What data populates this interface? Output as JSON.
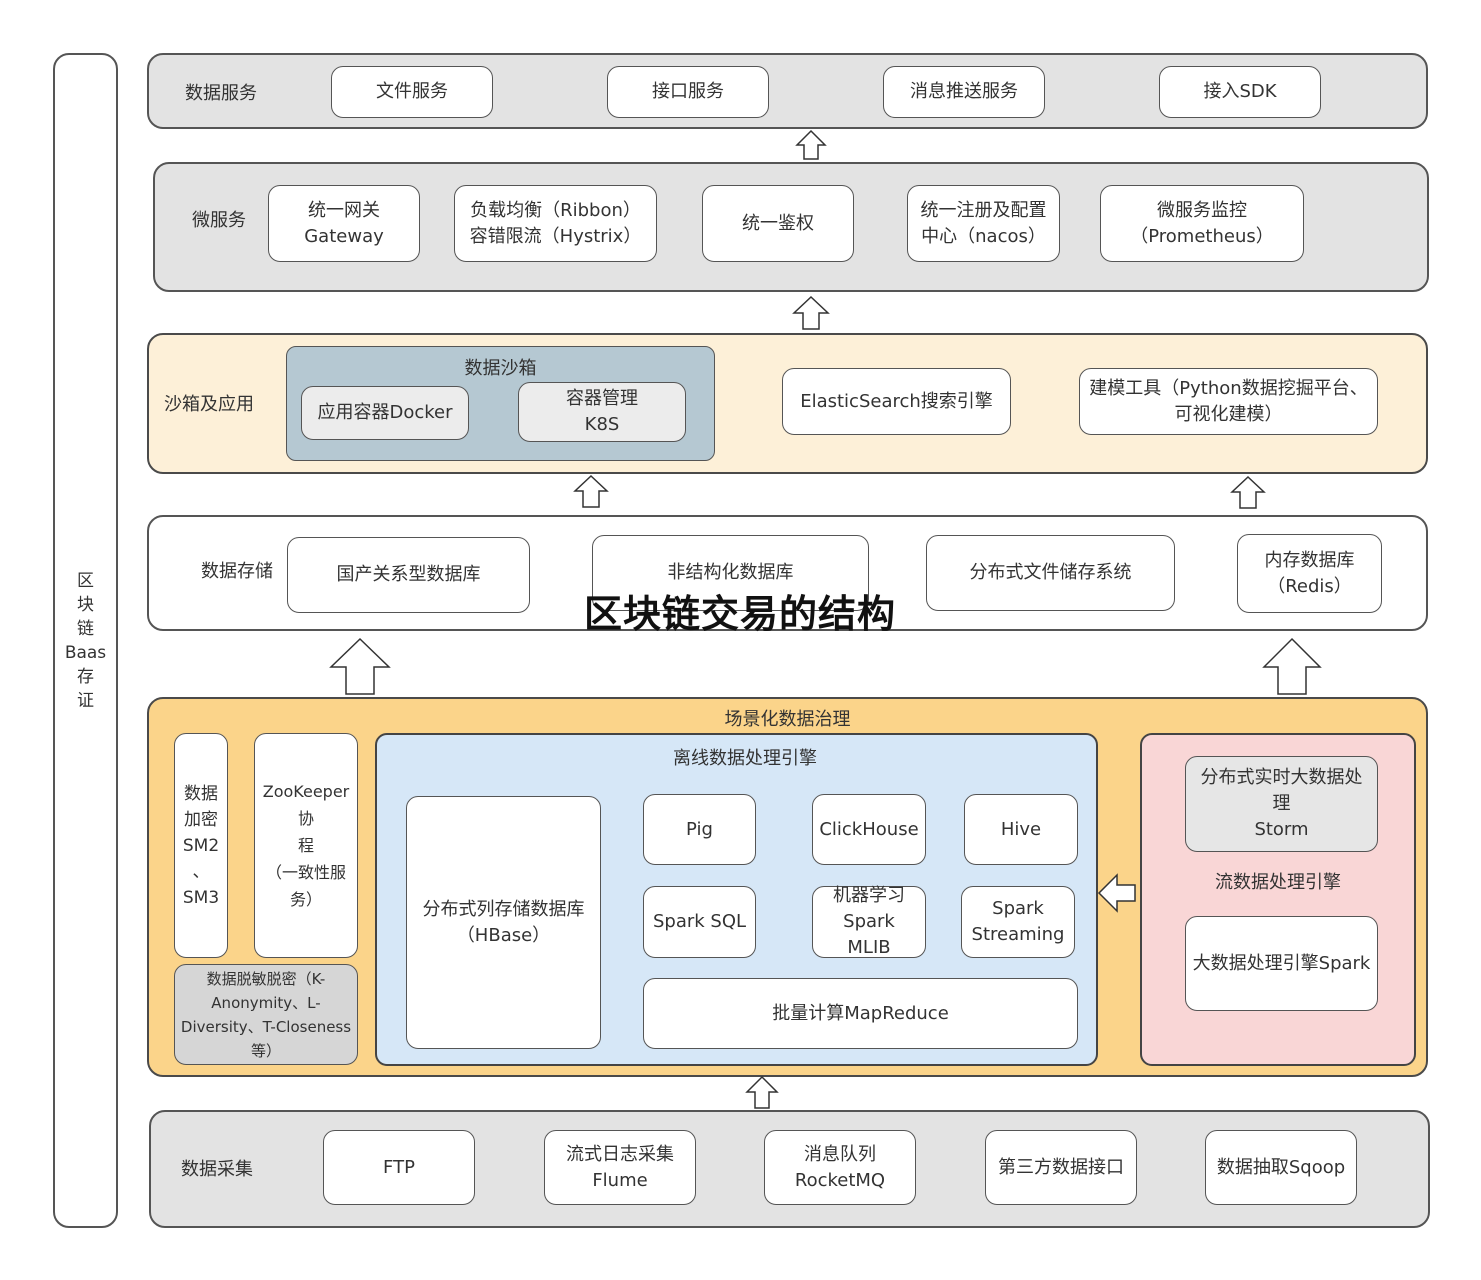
{
  "overlay_title": "区块链交易的结构",
  "left_bar": "区\n块\n链\nBaas\n存\n证",
  "layers": {
    "data_service": {
      "label": "数据服务",
      "items": [
        "文件服务",
        "接口服务",
        "消息推送服务",
        "接入SDK"
      ]
    },
    "microservice": {
      "label": "微服务",
      "items": [
        "统一网关\nGateway",
        "负载均衡（Ribbon）\n容错限流（Hystrix）",
        "统一鉴权",
        "统一注册及配置\n中心（nacos）",
        "微服务监控\n（Prometheus）"
      ]
    },
    "sandbox": {
      "label": "沙箱及应用",
      "group_title": "数据沙箱",
      "group_items": [
        "应用容器Docker",
        "容器管理\nK8S"
      ],
      "items": [
        "ElasticSearch搜索引擎",
        "建模工具（Python数据挖掘平台、\n可视化建模）"
      ]
    },
    "storage": {
      "label": "数据存储",
      "items": [
        "国产关系型数据库",
        "非结构化数据库",
        "分布式文件储存系统",
        "内存数据库\n（Redis）"
      ]
    },
    "governance": {
      "title": "场景化数据治理",
      "encrypt": "数据\n加密\nSM2\n、\nSM3",
      "zookeeper": "ZooKeeper协\n程\n（一致性服\n务）",
      "desensitize": "数据脱敏脱密（K-\nAnonymity、L-\nDiversity、T-Closeness\n等）",
      "offline": {
        "title": "离线数据处理引擎",
        "hbase": "分布式列存储数据库\n（HBase）",
        "engines": [
          "Pig",
          "ClickHouse",
          "Hive",
          "Spark SQL",
          "机器学习\nSpark MLIB",
          "Spark\nStreaming"
        ],
        "mapreduce": "批量计算MapReduce"
      },
      "stream": {
        "storm": "分布式实时大数据处理\nStorm",
        "title": "流数据处理引擎",
        "spark": "大数据处理引擎Spark"
      }
    },
    "collection": {
      "label": "数据采集",
      "items": [
        "FTP",
        "流式日志采集\nFlume",
        "消息队列\nRocketMQ",
        "第三方数据接口",
        "数据抽取Sqoop"
      ]
    }
  }
}
